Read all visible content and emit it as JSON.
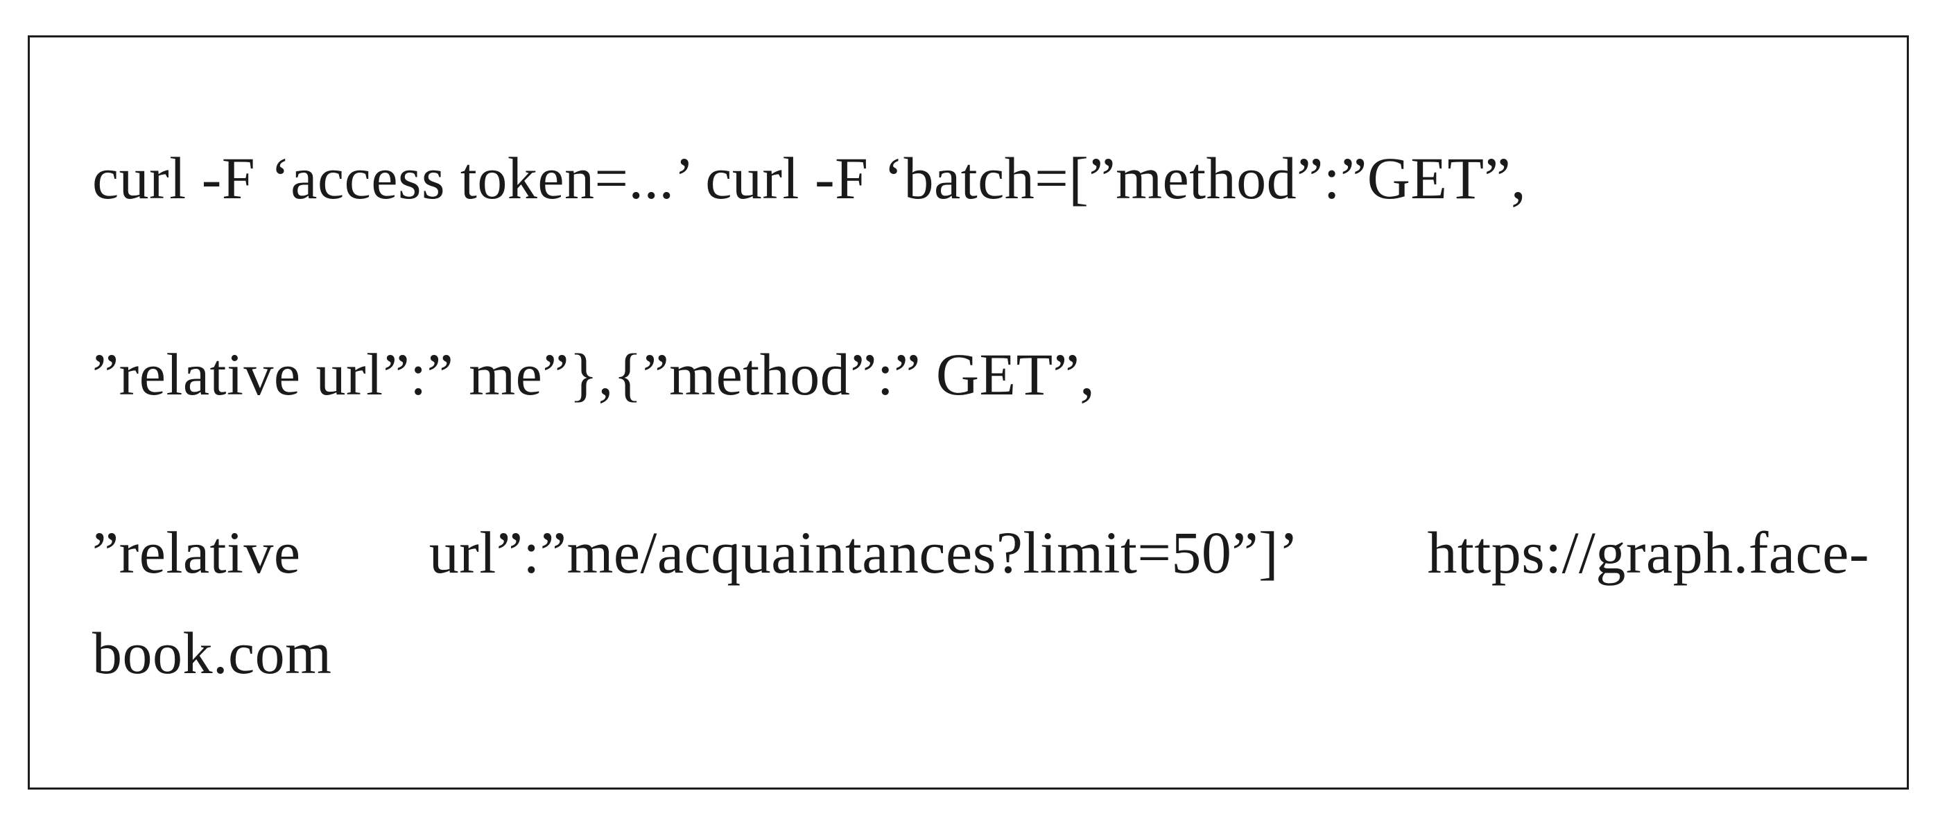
{
  "document": {
    "type": "code-snippet-figure",
    "text_color": "#1a1a1a",
    "border_color": "#1d1d1d",
    "background_color": "#ffffff",
    "code_block": {
      "line1": "curl -F ‘access token=...’ curl -F ‘batch=[”method”:”GET”,",
      "line2": "”relative url”:” me”},{”method”:” GET”,",
      "line3_seg1": "”relative",
      "line3_seg2": "url”:”me/acquaintances?limit=50”]’",
      "line3_seg3": "https://graph.face-",
      "line4": "book.com",
      "full_command": "curl -F ‘access token=...’ curl -F ‘batch=[”method”:”GET”, ”relative url”:” me”},{”method”:” GET”, ”relative url”:”me/acquaintances?limit=50”]’ https://graph.facebook.com"
    }
  }
}
